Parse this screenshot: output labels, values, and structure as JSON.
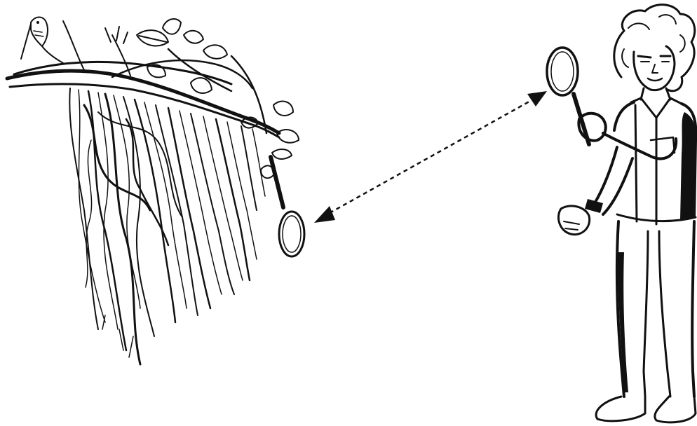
{
  "scene": {
    "kind": "line-drawing",
    "ink_color": "#111111",
    "background_color": "#ffffff",
    "subjects": [
      "branch-with-roots",
      "hummingbird",
      "magnifying-glass-small",
      "dashed-double-arrow",
      "person-with-magnifying-glass"
    ]
  }
}
